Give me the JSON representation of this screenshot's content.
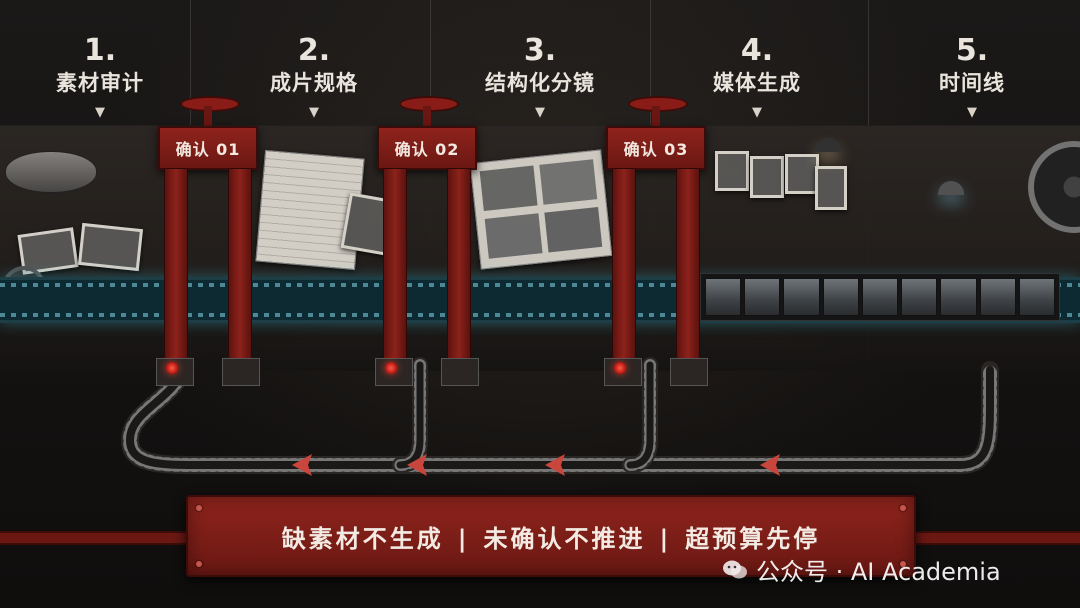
{
  "steps": [
    {
      "num": "1.",
      "name": "素材审计",
      "arrow": "▼"
    },
    {
      "num": "2.",
      "name": "成片规格",
      "arrow": "▼"
    },
    {
      "num": "3.",
      "name": "结构化分镜",
      "arrow": "▼"
    },
    {
      "num": "4.",
      "name": "媒体生成",
      "arrow": "▼"
    },
    {
      "num": "5.",
      "name": "时间线",
      "arrow": "▼"
    }
  ],
  "gates": [
    {
      "label": "确认 01"
    },
    {
      "label": "确认 02"
    },
    {
      "label": "确认 03"
    }
  ],
  "banner": {
    "rule1": "缺素材不生成",
    "rule2": "未确认不推进",
    "rule3": "超预算先停",
    "separator": "|"
  },
  "watermark": {
    "text": "公众号 · AI Academia",
    "icon": "wechat-icon"
  },
  "colors": {
    "gate_red": "#8f231c",
    "film_glow": "#7fd6e8",
    "track_arrow": "#c8463c"
  }
}
